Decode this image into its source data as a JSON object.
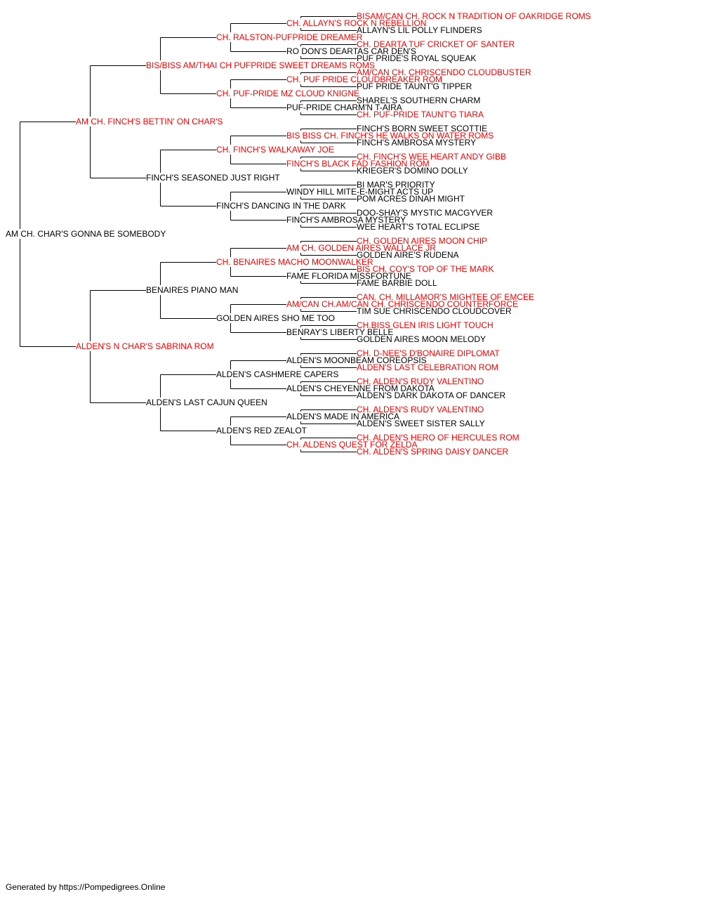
{
  "colors": {
    "champion": "#ff0000",
    "regular": "#000000",
    "line": "#000000"
  },
  "footer": {
    "text": "Generated by https://Pompedigrees.Online"
  },
  "pedigree": [
    {
      "name": "AM CH. CHAR'S GONNA BE SOMEBODY",
      "champion": false
    },
    {
      "name": "AM CH. FINCH'S BETTIN' ON CHAR'S",
      "champion": true
    },
    {
      "name": "ALDEN'S N CHAR'S SABRINA ROM",
      "champion": true
    },
    {
      "name": "BIS/BISS AM/THAI CH PUFPRIDE SWEET DREAMS ROMS",
      "champion": true
    },
    {
      "name": "FINCH'S SEASONED JUST RIGHT",
      "champion": false
    },
    {
      "name": "BENAIRES PIANO MAN",
      "champion": false
    },
    {
      "name": "ALDEN'S LAST CAJUN QUEEN",
      "champion": false
    },
    {
      "name": "CH. RALSTON-PUFPRIDE DREAMER",
      "champion": true
    },
    {
      "name": "CH. PUF-PRIDE MZ CLOUD KNIGNE",
      "champion": true
    },
    {
      "name": "CH. FINCH'S WALKAWAY JOE",
      "champion": true
    },
    {
      "name": "FINCH'S DANCING IN THE DARK",
      "champion": false
    },
    {
      "name": "CH. BENAIRES MACHO MOONWALKER",
      "champion": true
    },
    {
      "name": "GOLDEN AIRES SHO ME TOO",
      "champion": false
    },
    {
      "name": "ALDEN'S CASHMERE CAPERS",
      "champion": false
    },
    {
      "name": "ALDEN'S RED ZEALOT",
      "champion": false
    },
    {
      "name": "CH. ALLAYN'S ROCK N REBELLION",
      "champion": true
    },
    {
      "name": "RO DON'S DEARTAS CAR DEN'S",
      "champion": false
    },
    {
      "name": "CH. PUF PRIDE CLOUDBREAKER ROM",
      "champion": true
    },
    {
      "name": "PUF-PRIDE CHARM'N T-AIRA",
      "champion": false
    },
    {
      "name": "BIS BISS CH. FINCH'S HE WALKS ON WATER ROMS",
      "champion": true
    },
    {
      "name": "FINCH'S BLACK FAD FASHION ROM",
      "champion": true
    },
    {
      "name": "WINDY HILL MITE-E-MIGHT ACTS UP",
      "champion": false
    },
    {
      "name": "FINCH'S AMBROSA MYSTERY",
      "champion": false
    },
    {
      "name": "AM CH. GOLDEN AIRES WALLACE JR",
      "champion": true
    },
    {
      "name": "FAME FLORIDA MISSFORTUNE",
      "champion": false
    },
    {
      "name": "AM/CAN CH.AM/CAN CH. CHRISCENDO COUNTERFORCE",
      "champion": true
    },
    {
      "name": "BENRAY'S LIBERTY BELLE",
      "champion": false
    },
    {
      "name": "ALDEN'S MOONBEAM COREOPSIS",
      "champion": false
    },
    {
      "name": "ALDEN'S CHEYENNE FROM DAKOTA",
      "champion": false
    },
    {
      "name": "ALDEN'S MADE IN AMERICA",
      "champion": false
    },
    {
      "name": "CH. ALDENS QUEST FOR ZELDA",
      "champion": true
    },
    {
      "name": "BISAM/CAN CH. ROCK N TRADITION OF OAKRIDGE ROMS",
      "champion": true
    },
    {
      "name": "ALLAYN'S LIL POLLY FLINDERS",
      "champion": false
    },
    {
      "name": "CH. DEARTA TUF CRICKET OF SANTER",
      "champion": true
    },
    {
      "name": "PUF PRIDE'S ROYAL SQUEAK",
      "champion": false
    },
    {
      "name": "AM/CAN CH. CHRISCENDO CLOUDBUSTER",
      "champion": true
    },
    {
      "name": "PUF PRIDE TAUNT'G TIPPER",
      "champion": false
    },
    {
      "name": "SHAREL'S SOUTHERN CHARM",
      "champion": false
    },
    {
      "name": "CH. PUF-PRIDE TAUNT'G TIARA",
      "champion": true
    },
    {
      "name": "FINCH'S BORN SWEET SCOTTIE",
      "champion": false
    },
    {
      "name": "FINCH'S AMBROSA MYSTERY",
      "champion": false
    },
    {
      "name": "CH. FINCH'S WEE HEART ANDY GIBB",
      "champion": true
    },
    {
      "name": "KRIEGER'S DOMINO DOLLY",
      "champion": false
    },
    {
      "name": "BI MAR'S PRIORITY",
      "champion": false
    },
    {
      "name": "POM ACRES DINAH MIGHT",
      "champion": false
    },
    {
      "name": "DOO-SHAY'S MYSTIC MACGYVER",
      "champion": false
    },
    {
      "name": "WEE HEART'S TOTAL ECLIPSE",
      "champion": false
    },
    {
      "name": "CH. GOLDEN AIRES MOON CHIP",
      "champion": true
    },
    {
      "name": "GOLDEN AIRE'S RUDENA",
      "champion": false
    },
    {
      "name": "BIS CH. COY'S TOP OF THE MARK",
      "champion": true
    },
    {
      "name": "FAME BARBIE DOLL",
      "champion": false
    },
    {
      "name": "CAN. CH. MILLAMOR'S MIGHTEE OF EMCEE",
      "champion": true
    },
    {
      "name": "TIM SUE CHRISCENDO CLOUDCOVER",
      "champion": false
    },
    {
      "name": "CH.BISS GLEN IRIS LIGHT TOUCH",
      "champion": true
    },
    {
      "name": "GOLDEN AIRES MOON MELODY",
      "champion": false
    },
    {
      "name": "CH. D-NEE'S D'BONAIRE DIPLOMAT",
      "champion": true
    },
    {
      "name": "ALDEN'S LAST CELEBRATION ROM",
      "champion": true
    },
    {
      "name": "CH. ALDEN'S RUDY VALENTINO",
      "champion": true
    },
    {
      "name": "ALDEN'S DARK DAKOTA OF DANCER",
      "champion": false
    },
    {
      "name": "CH. ALDEN'S RUDY VALENTINO",
      "champion": true
    },
    {
      "name": "ALDEN'S SWEET SISTER SALLY",
      "champion": false
    },
    {
      "name": "CH. ALDEN'S HERO OF HERCULES ROM",
      "champion": true
    },
    {
      "name": "CH. ALDEN'S SPRING DAISY DANCER",
      "champion": true
    }
  ]
}
